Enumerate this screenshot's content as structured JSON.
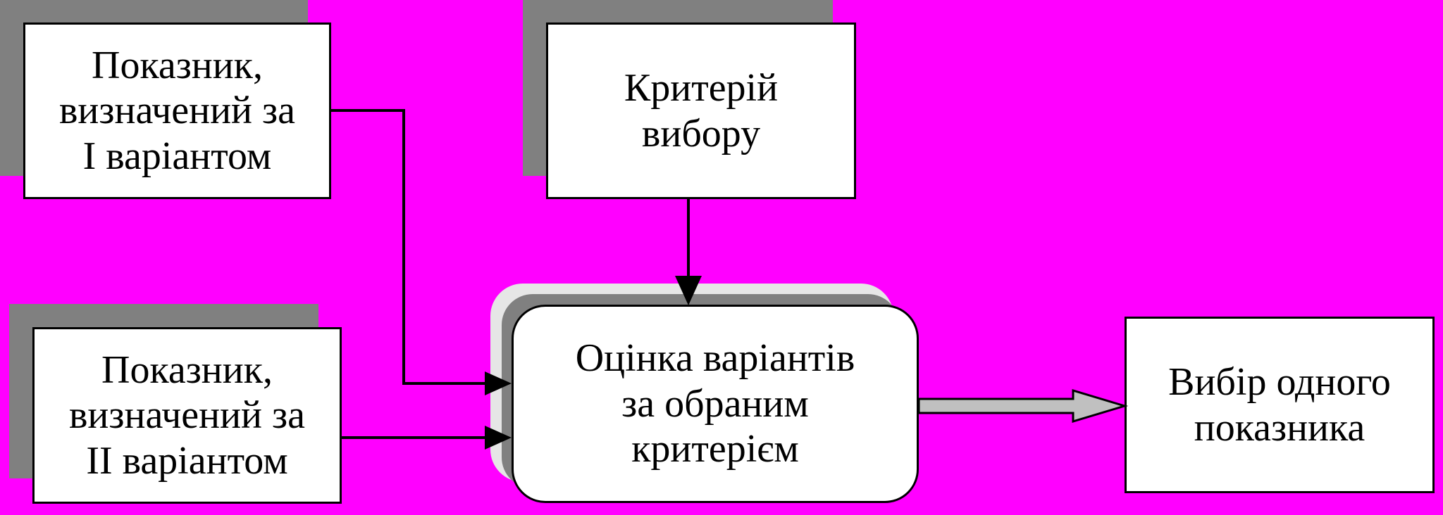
{
  "diagram": {
    "background_color": "#ff00ff",
    "indicator_1": {
      "lines": [
        "Показник,",
        "визначений за",
        "I варіантом"
      ]
    },
    "indicator_2": {
      "lines": [
        "Показник,",
        "визначений за",
        "II варіантом"
      ]
    },
    "criterion": {
      "lines": [
        "Критерій",
        "вибору"
      ]
    },
    "evaluation": {
      "lines": [
        "Оцінка варіантів",
        "за обраним",
        "критерієм"
      ]
    },
    "result": {
      "lines": [
        "Вибір одного",
        "показника"
      ]
    }
  }
}
